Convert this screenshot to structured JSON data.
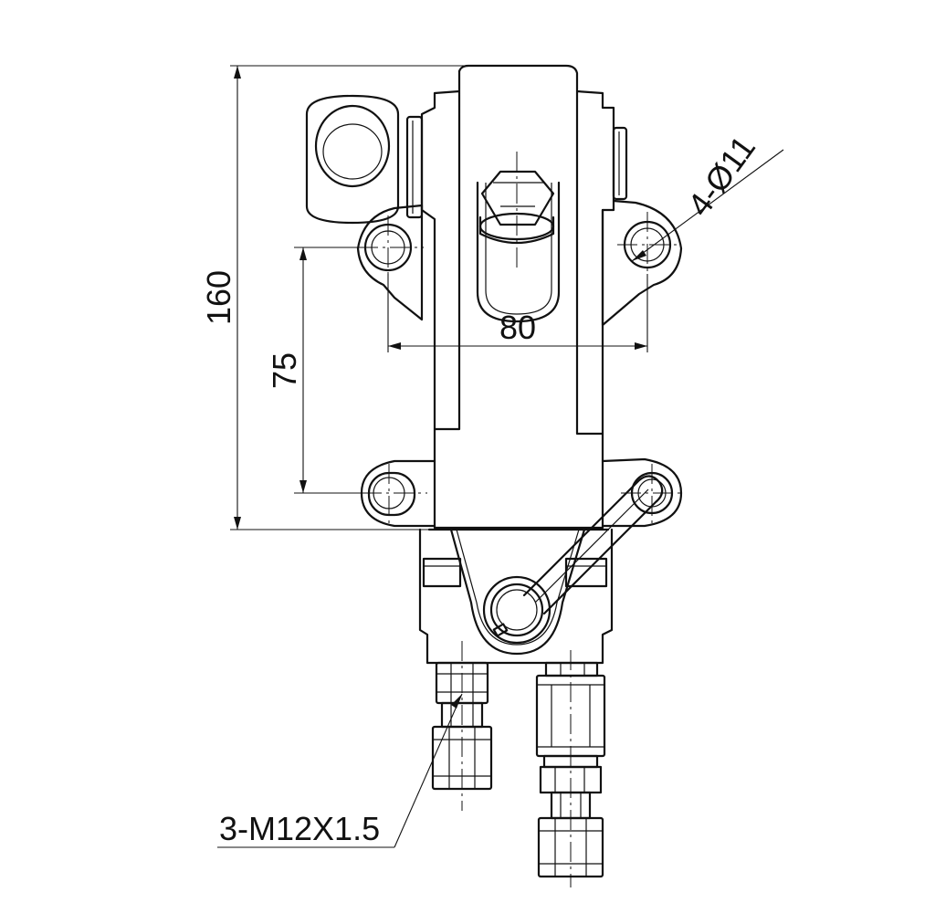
{
  "drawing": {
    "line_color": "#111111",
    "background": "#ffffff",
    "dimensions": {
      "overall_height": "160",
      "mount_hole_spacing_vertical": "75",
      "mount_hole_spacing_horizontal": "80",
      "holes": "4-Ø11",
      "ports": "3-M12X1.5"
    }
  }
}
